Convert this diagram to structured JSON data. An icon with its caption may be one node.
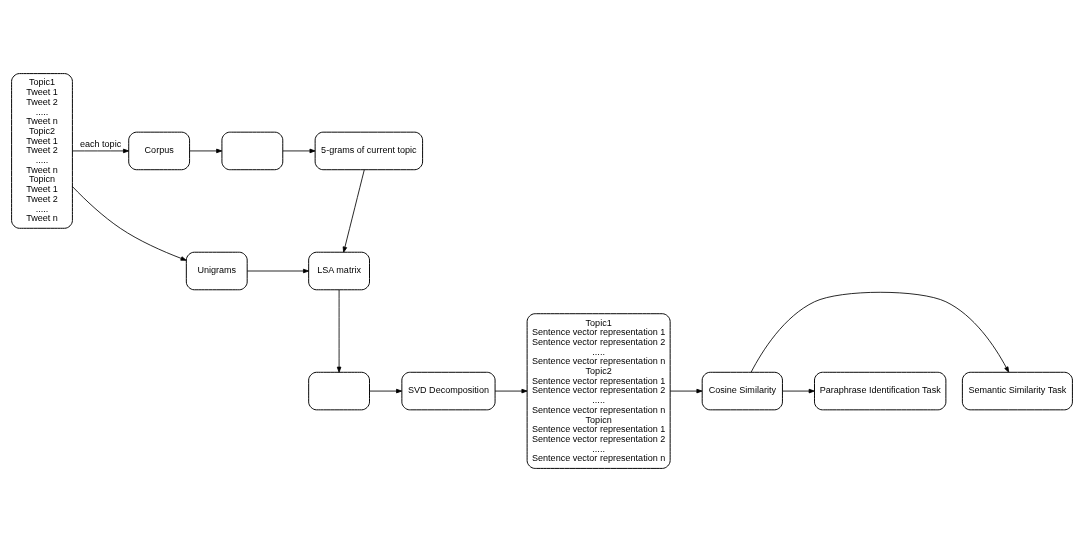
{
  "diagram": {
    "nodes": [
      {
        "text": [
          "Topic1",
          "Tweet 1",
          "Tweet 2",
          ".....",
          "Tweet n",
          "Topic2",
          "Tweet 1",
          "Tweet 2",
          ".....",
          "Tweet n",
          "Topicn",
          "Tweet 1",
          "Tweet 2",
          ".....",
          "Tweet n"
        ]
      },
      {
        "text": [
          "Corpus"
        ]
      },
      {
        "text": [],
        "shape": "box"
      },
      {
        "text": [
          "5-grams of current topic"
        ]
      },
      {
        "text": [
          "Unigrams"
        ]
      },
      {
        "text": [
          "LSA matrix"
        ]
      },
      {
        "text": [],
        "shape": "box"
      },
      {
        "text": [
          "SVD Decomposition"
        ]
      },
      {
        "text": [
          "Topic1",
          "Sentence vector representation 1",
          "Sentence vector representation 2",
          ".....",
          "Sentence vector representation n",
          "Topic2",
          "Sentence vector representation 1",
          "Sentence vector representation 2",
          ".....",
          "Sentence vector representation n",
          "Topicn",
          "Sentence vector representation 1",
          "Sentence vector representation 2",
          ".....",
          "Sentence vector representation n"
        ]
      },
      {
        "text": [
          "Cosine Similarity"
        ]
      },
      {
        "text": [
          "Semantic Similarity Task"
        ]
      },
      {
        "text": [
          "Paraphrase Identification Task"
        ]
      }
    ],
    "edges": [
      {
        "from": 0,
        "to": 1,
        "arrow": "to",
        "label": "each topic"
      },
      {
        "from": 0,
        "to": 4,
        "arrow": "to"
      },
      {
        "from": 1,
        "to": 2,
        "arrow": "to"
      },
      {
        "from": 2,
        "to": 3,
        "arrow": "to"
      },
      {
        "from": 3,
        "to": 5,
        "arrow": "to"
      },
      {
        "from": 4,
        "to": 5,
        "arrow": "to"
      },
      {
        "from": 5,
        "to": 6,
        "arrow": "to"
      },
      {
        "from": 6,
        "to": 7,
        "arrow": "to"
      },
      {
        "from": 7,
        "to": 8,
        "arrow": "to"
      },
      {
        "from": 8,
        "to": 9,
        "arrow": "to"
      },
      {
        "from": 9,
        "to": 10,
        "arrow": "to"
      },
      {
        "from": 9,
        "to": 11,
        "arrow": "to"
      }
    ]
  }
}
